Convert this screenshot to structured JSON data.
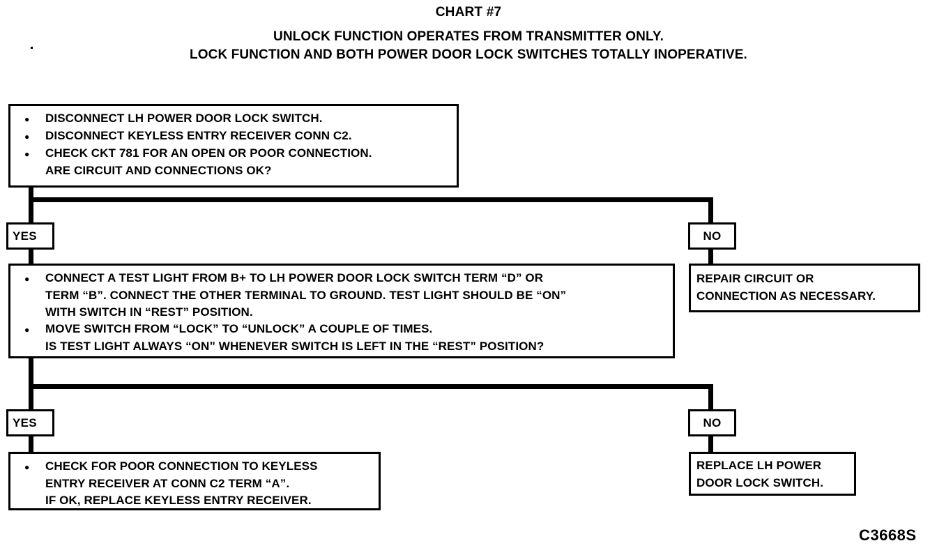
{
  "chart": {
    "title": "CHART #7",
    "subtitle_lines": [
      "UNLOCK FUNCTION OPERATES FROM TRANSMITTER ONLY.",
      "LOCK FUNCTION AND BOTH POWER DOOR LOCK SWITCHES TOTALLY INOPERATIVE."
    ],
    "reference_code": "C3668S"
  },
  "steps": {
    "step1": {
      "lines": [
        {
          "bullet": true,
          "text": "DISCONNECT LH POWER DOOR LOCK SWITCH."
        },
        {
          "bullet": true,
          "text": "DISCONNECT KEYLESS ENTRY RECEIVER CONN C2."
        },
        {
          "bullet": true,
          "text": "CHECK CKT 781 FOR AN OPEN OR POOR CONNECTION."
        },
        {
          "bullet": false,
          "text": "ARE CIRCUIT AND CONNECTIONS OK?"
        }
      ]
    },
    "step2": {
      "lines": [
        {
          "bullet": true,
          "text": "CONNECT A TEST LIGHT FROM B+ TO LH POWER DOOR LOCK SWITCH TERM “D” OR"
        },
        {
          "bullet": false,
          "text": "TERM “B”. CONNECT THE OTHER TERMINAL TO GROUND. TEST LIGHT SHOULD BE “ON”"
        },
        {
          "bullet": false,
          "text": "WITH SWITCH IN “REST” POSITION."
        },
        {
          "bullet": true,
          "text": "MOVE SWITCH FROM “LOCK” TO “UNLOCK” A COUPLE OF TIMES."
        },
        {
          "bullet": false,
          "text": "IS TEST LIGHT ALWAYS “ON” WHENEVER SWITCH IS LEFT IN THE “REST” POSITION?"
        }
      ]
    },
    "step3": {
      "lines": [
        {
          "bullet": true,
          "text": "CHECK FOR POOR CONNECTION TO KEYLESS"
        },
        {
          "bullet": false,
          "text": "ENTRY RECEIVER AT CONN C2 TERM “A”."
        },
        {
          "bullet": false,
          "text": "IF OK, REPLACE KEYLESS ENTRY RECEIVER."
        }
      ]
    }
  },
  "outcomes": {
    "repair": {
      "lines": [
        "REPAIR CIRCUIT OR",
        "CONNECTION AS NECESSARY."
      ]
    },
    "replace_switch": {
      "lines": [
        "REPLACE LH POWER",
        "DOOR LOCK SWITCH."
      ]
    }
  },
  "decisions": {
    "yes1": "YES",
    "no1": "NO",
    "yes2": "YES",
    "no2": "NO"
  }
}
